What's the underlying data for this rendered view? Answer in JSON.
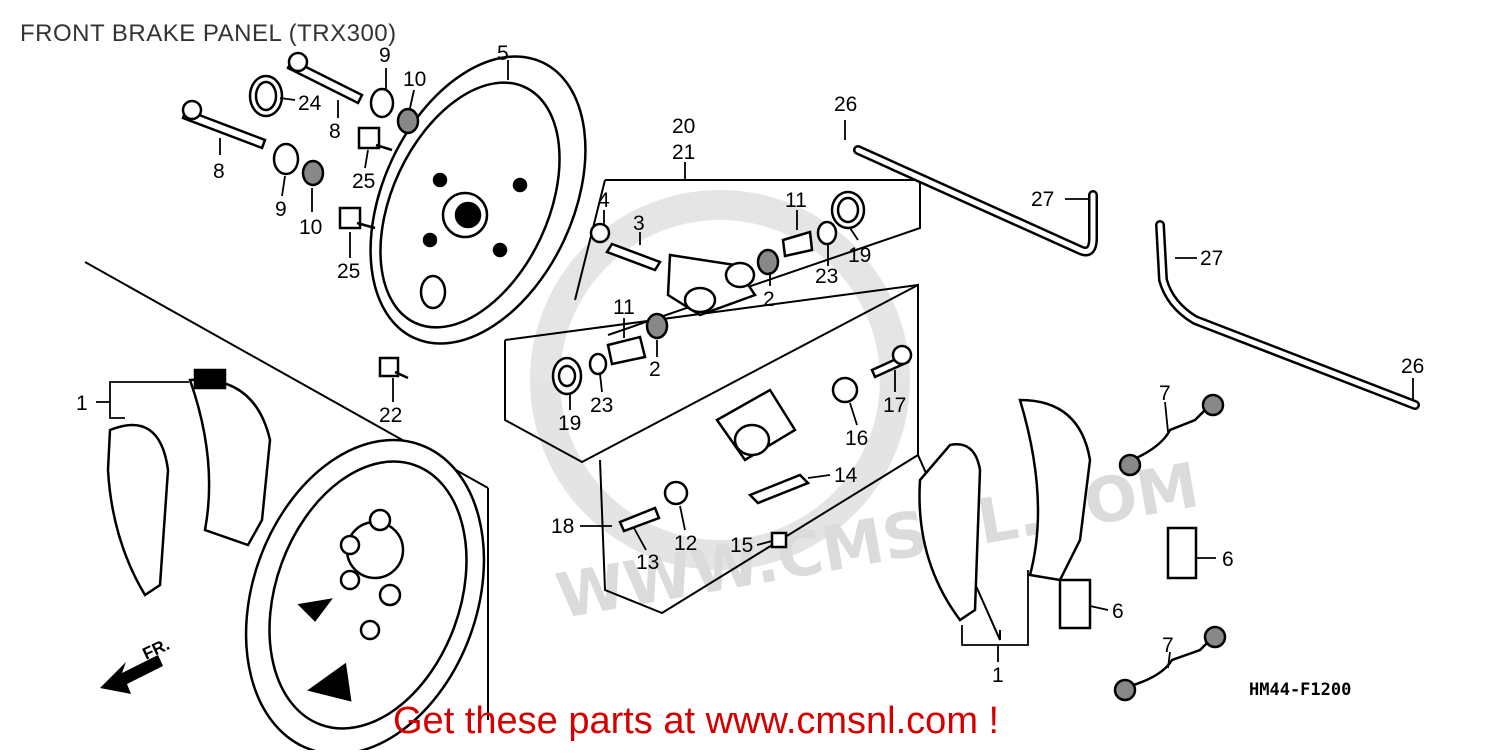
{
  "header": {
    "title": "FRONT BRAKE PANEL (TRX300)"
  },
  "footer": {
    "promo": "Get these parts at www.cmsnl.com !",
    "diagram_code": "HM44-F1200"
  },
  "watermark": {
    "text": "WWW.CMSNL.COM"
  },
  "direction_arrow": {
    "label": "FR."
  },
  "callouts": [
    {
      "id": "c-5",
      "number": "5"
    },
    {
      "id": "c-9a",
      "number": "9"
    },
    {
      "id": "c-10a",
      "number": "10"
    },
    {
      "id": "c-24",
      "number": "24"
    },
    {
      "id": "c-8a",
      "number": "8"
    },
    {
      "id": "c-8b",
      "number": "8"
    },
    {
      "id": "c-25a",
      "number": "25"
    },
    {
      "id": "c-9b",
      "number": "9"
    },
    {
      "id": "c-10b",
      "number": "10"
    },
    {
      "id": "c-25b",
      "number": "25"
    },
    {
      "id": "c-20",
      "number": "20"
    },
    {
      "id": "c-21",
      "number": "21"
    },
    {
      "id": "c-26a",
      "number": "26"
    },
    {
      "id": "c-27a",
      "number": "27"
    },
    {
      "id": "c-27b",
      "number": "27"
    },
    {
      "id": "c-4",
      "number": "4"
    },
    {
      "id": "c-3",
      "number": "3"
    },
    {
      "id": "c-11a",
      "number": "11"
    },
    {
      "id": "c-19a",
      "number": "19"
    },
    {
      "id": "c-23a",
      "number": "23"
    },
    {
      "id": "c-2a",
      "number": "2"
    },
    {
      "id": "c-11b",
      "number": "11"
    },
    {
      "id": "c-2b",
      "number": "2"
    },
    {
      "id": "c-19b",
      "number": "19"
    },
    {
      "id": "c-23b",
      "number": "23"
    },
    {
      "id": "c-22",
      "number": "22"
    },
    {
      "id": "c-1a",
      "number": "1"
    },
    {
      "id": "c-17",
      "number": "17"
    },
    {
      "id": "c-16",
      "number": "16"
    },
    {
      "id": "c-14",
      "number": "14"
    },
    {
      "id": "c-18",
      "number": "18"
    },
    {
      "id": "c-12",
      "number": "12"
    },
    {
      "id": "c-13",
      "number": "13"
    },
    {
      "id": "c-15",
      "number": "15"
    },
    {
      "id": "c-26b",
      "number": "26"
    },
    {
      "id": "c-7a",
      "number": "7"
    },
    {
      "id": "c-6a",
      "number": "6"
    },
    {
      "id": "c-6b",
      "number": "6"
    },
    {
      "id": "c-1b",
      "number": "1"
    },
    {
      "id": "c-7b",
      "number": "7"
    }
  ]
}
